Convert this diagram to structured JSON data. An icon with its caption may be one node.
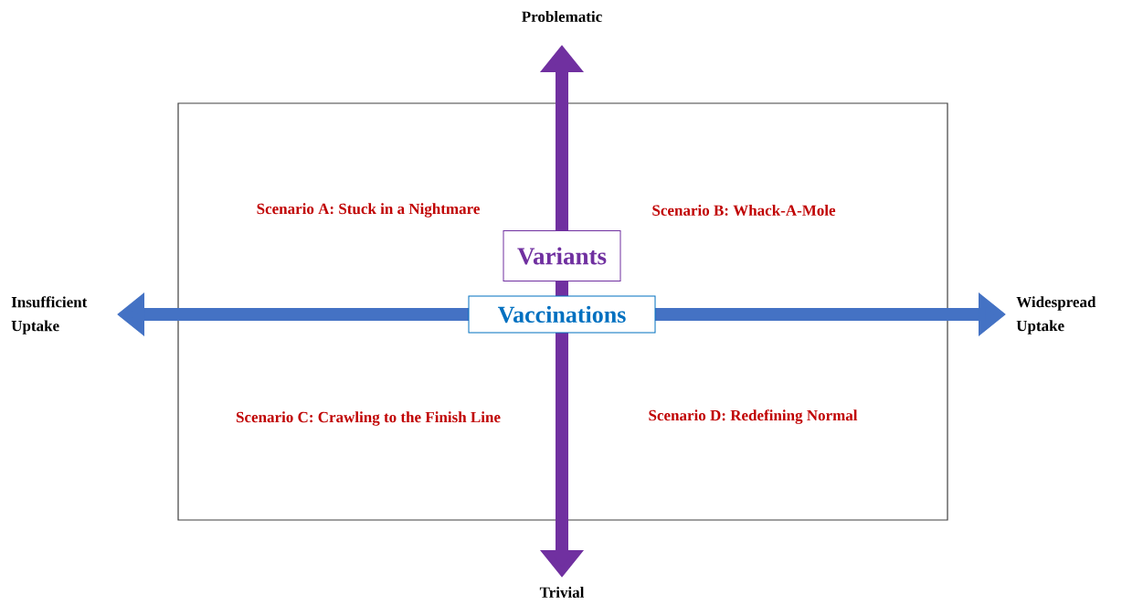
{
  "diagram": {
    "nodes": [
      {
        "text": [
          "Variants"
        ]
      },
      {
        "text": [
          "Vaccinations"
        ]
      }
    ],
    "labels": [
      "Problematic",
      "Scenario A: Stuck in a Nightmare",
      "Scenario B: Whack-A-Mole",
      "Insufficient Uptake",
      "Widespread Uptake",
      "Scenario C: Crawling to the Finish Line",
      "Scenario D: Redefining Normal",
      "Trivial"
    ]
  }
}
